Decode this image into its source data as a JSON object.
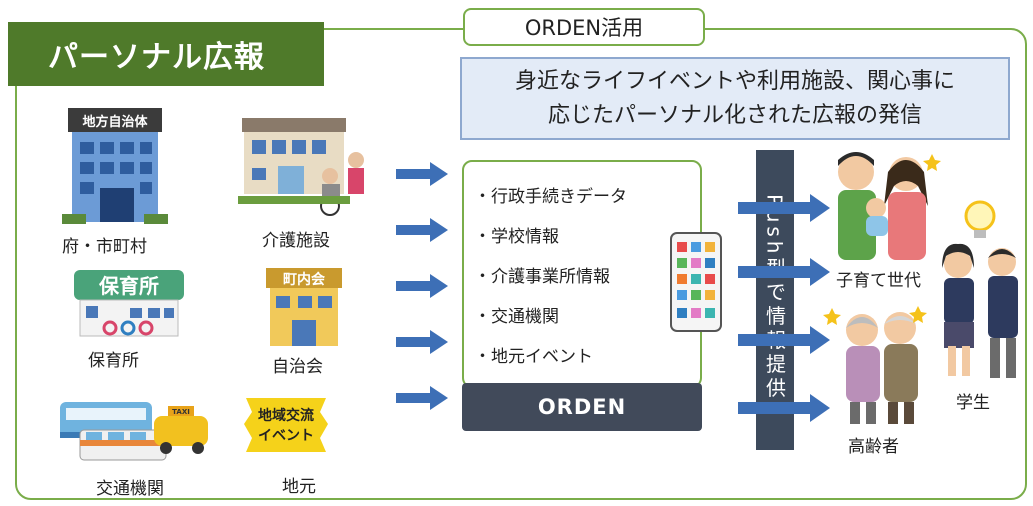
{
  "title": "パーソナル広報",
  "orden_tab": "ORDEN活用",
  "message": {
    "line1": "身近なライフイベントや利用施設、関心事に",
    "line2": "応じたパーソナル化された広報の発信"
  },
  "sources": {
    "local_gov": {
      "label": "府・市町村",
      "sign": "地方自治体"
    },
    "care_facility": {
      "label": "介護施設"
    },
    "nursery": {
      "label": "保育所",
      "sign": "保育所"
    },
    "neighborhood_assoc": {
      "label": "自治会",
      "sign": "町内会"
    },
    "transport": {
      "label": "交通機関",
      "taxi_sign": "TAXI"
    },
    "local_event": {
      "label": "地元",
      "badge_line1": "地域交流",
      "badge_line2": "イベント"
    }
  },
  "data_items": [
    "・行政手続きデータ",
    "・学校情報",
    "・介護事業所情報",
    "・交通機関",
    "・地元イベント"
  ],
  "orden_label": "ORDEN",
  "push_label": "Push型で情報提供",
  "targets": {
    "parents": "子育て世代",
    "elderly": "高齢者",
    "students": "学生"
  },
  "colors": {
    "green_frame": "#7aad4a",
    "title_banner": "#4f7a2a",
    "arrow_blue": "#3d6fb6",
    "dark_slate": "#414a5a",
    "message_bg": "#e3ebf7"
  }
}
